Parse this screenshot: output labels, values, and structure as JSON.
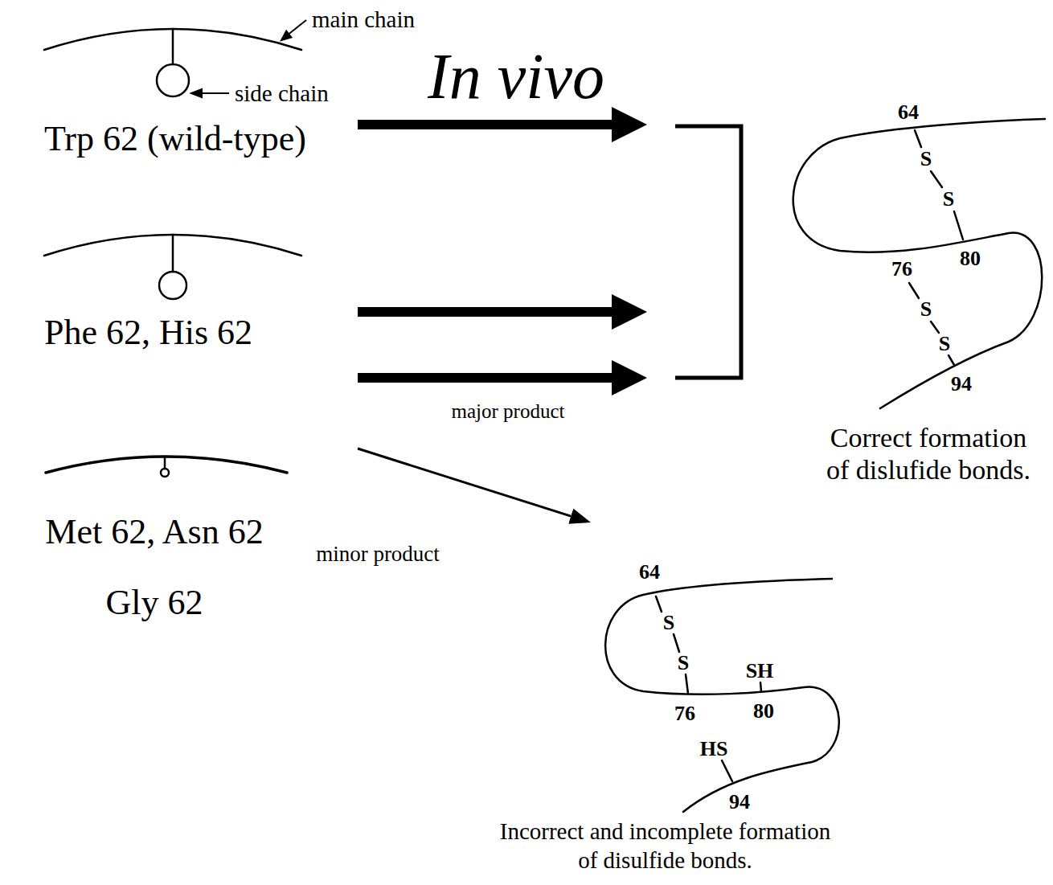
{
  "diagram": {
    "nodes": [
      {
        "text": [
          "Trp 62 (wild-type)"
        ]
      },
      {
        "text": [
          "Phe 62, His 62"
        ]
      },
      {
        "text": [
          "Met 62, Asn 62 Gly 62"
        ]
      },
      {
        "text": [
          "Correct formation of dislufide bonds."
        ]
      },
      {
        "text": [
          "Incorrect and incomplete formation of disulfide bonds."
        ]
      }
    ],
    "edges": [
      {
        "from": 0,
        "to": 3,
        "arrow": "to"
      },
      {
        "from": 1,
        "to": 3,
        "arrow": "to"
      },
      {
        "from": 2,
        "to": 3,
        "label": "major product",
        "arrow": "to"
      },
      {
        "from": 2,
        "to": 4,
        "label": "minor product",
        "arrow": "to"
      }
    ],
    "labels": [
      "main chain",
      "side chain",
      "In vivo",
      "64",
      "S",
      "S",
      "80",
      "76",
      "S",
      "S",
      "94",
      "64",
      "S",
      "S",
      "SH",
      "76",
      "80",
      "HS",
      "94"
    ]
  }
}
